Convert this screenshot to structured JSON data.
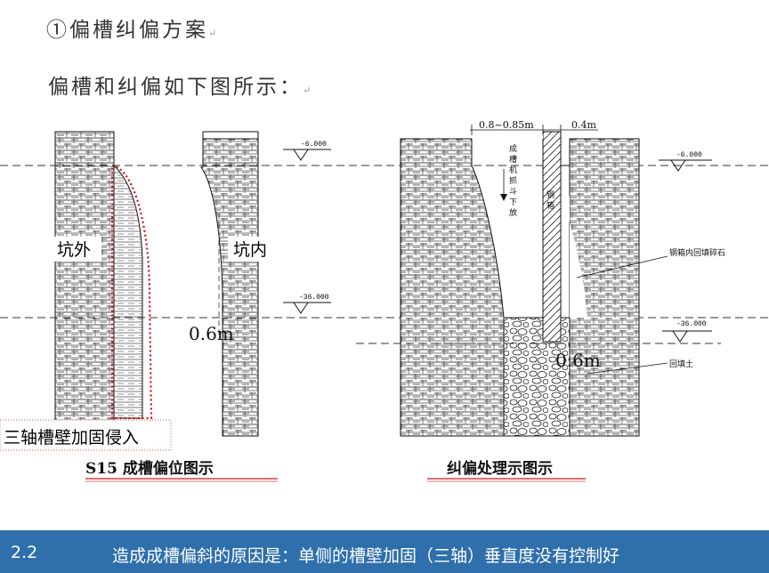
{
  "heading": {
    "title": "①偏槽纠偏方案",
    "subtitle": "偏槽和纠偏如下图所示：",
    "para_mark": "↵"
  },
  "diagram": {
    "left": {
      "label_outer": "坑外",
      "label_inner": "坑内",
      "dim_06": "0.6m",
      "level_top": "-6.000",
      "level_bottom": "-36.000",
      "callout": "三轴槽壁加固侵入",
      "caption": "S15 成槽偏位图示"
    },
    "right": {
      "dim_width_a": "0.8~0.85m",
      "dim_width_b": "0.4m",
      "grab_note": "成槽机抓斗下放",
      "steel_box": "钢箱",
      "gravel_note": "钢箱内回填碎石",
      "fill_note": "回填土",
      "dim_06": "0.6m",
      "level_top": "-6.000",
      "level_bottom": "-36.000",
      "caption": "纠偏处理示图示"
    },
    "colors": {
      "callout_border": "#d01010",
      "caption_line": "#d04040",
      "line": "#111111"
    }
  },
  "footer": {
    "number": "2.2",
    "text": "造成成槽偏斜的原因是：单侧的槽壁加固（三轴）垂直度没有控制好",
    "bg": "#2e6fac"
  }
}
